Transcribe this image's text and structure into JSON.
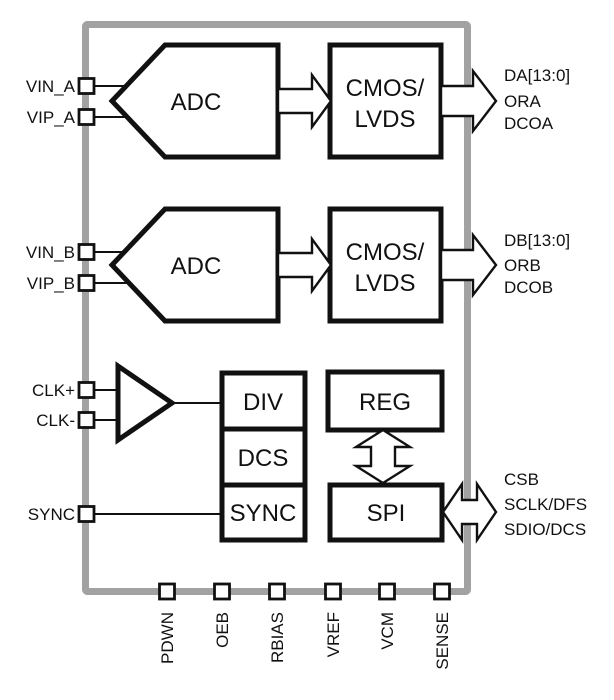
{
  "diagram": {
    "kind": "adc-functional-block-diagram",
    "colors": {
      "chip_border": "#a2a2a2",
      "line": "#111111",
      "fill": "#ffffff",
      "background": "#ffffff"
    },
    "left_pins": {
      "vin_a": "VIN_A",
      "vip_a": "VIP_A",
      "vin_b": "VIN_B",
      "vip_b": "VIP_B",
      "clk_p": "CLK+",
      "clk_n": "CLK-",
      "sync": "SYNC"
    },
    "bottom_pins": {
      "pdwn": "PDWN",
      "oeb": "OEB",
      "rbias": "RBIAS",
      "vref": "VREF",
      "vcm": "VCM",
      "sense": "SENSE"
    },
    "right_outputs_a": {
      "line1": "DA[13:0]",
      "line2": "ORA",
      "line3": "DCOA"
    },
    "right_outputs_b": {
      "line1": "DB[13:0]",
      "line2": "ORB",
      "line3": "DCOB"
    },
    "right_outputs_spi": {
      "line1": "CSB",
      "line2": "SCLK/DFS",
      "line3": "SDIO/DCS"
    },
    "blocks": {
      "adc_a": "ADC",
      "adc_b": "ADC",
      "buf_a_line1": "CMOS/",
      "buf_a_line2": "LVDS",
      "buf_b_line1": "CMOS/",
      "buf_b_line2": "LVDS",
      "div": "DIV",
      "dcs": "DCS",
      "sync": "SYNC",
      "reg": "REG",
      "spi": "SPI"
    }
  }
}
